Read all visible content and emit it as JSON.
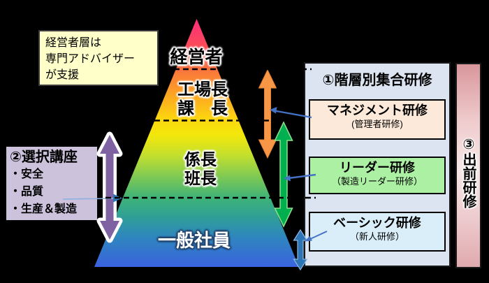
{
  "note_box": {
    "lines": [
      "経営者層は",
      "専門アドバイザー",
      "が支援"
    ]
  },
  "pyramid": {
    "levels": [
      {
        "lines": [
          "経営者"
        ]
      },
      {
        "lines": [
          "工場長",
          "課　長"
        ]
      },
      {
        "lines": [
          "係長",
          "班長"
        ]
      },
      {
        "lines": [
          "一般社員"
        ]
      }
    ]
  },
  "elective_box": {
    "title": "②選択講座",
    "items": [
      "・安全",
      "・品質",
      "・生産＆製造"
    ]
  },
  "training_panel": {
    "title": "①階層別集合研修",
    "courses": [
      {
        "name": "マネジメント研修",
        "sub": "(管理者研修)",
        "bg": "#FDE9D9"
      },
      {
        "name": "リーダー研修",
        "sub": "（製造リーダー研修）",
        "bg": "#ABF0A3"
      },
      {
        "name": "ベーシック研修",
        "sub": "（新人研修）",
        "bg": "#D9EEF8"
      }
    ]
  },
  "side_bar": {
    "title": "③出前研修"
  },
  "icons": {
    "purple_double_arrow": "vertical double-headed range arrow beside elective box",
    "orange_double_arrow": "vertical double-headed range arrow for management level",
    "green_double_arrow": "vertical double-headed range arrow for leader level",
    "blue_double_arrow": "vertical double-headed range arrow for basic level",
    "thin_blue_connectors": "arrows linking course boxes to pyramid levels"
  },
  "colors": {
    "background": "#000000",
    "note_bg": "#FFFFC9",
    "elective_bg": "#CCC2DB",
    "panel_bg": "#DBE4F0",
    "sidebar_bg_gradient": [
      "#D9979C",
      "#F7E7E7",
      "#E0AAAE"
    ],
    "pyramid_gradient_top": "#FF2D7B",
    "pyramid_gradient_bottom": "#3A62E0",
    "arrow_orange": "#F79646",
    "arrow_green": "#00B050",
    "arrow_blue": "#2E75B6",
    "arrow_purple": "#7E62A1",
    "connector_blue": "#4472C4"
  }
}
